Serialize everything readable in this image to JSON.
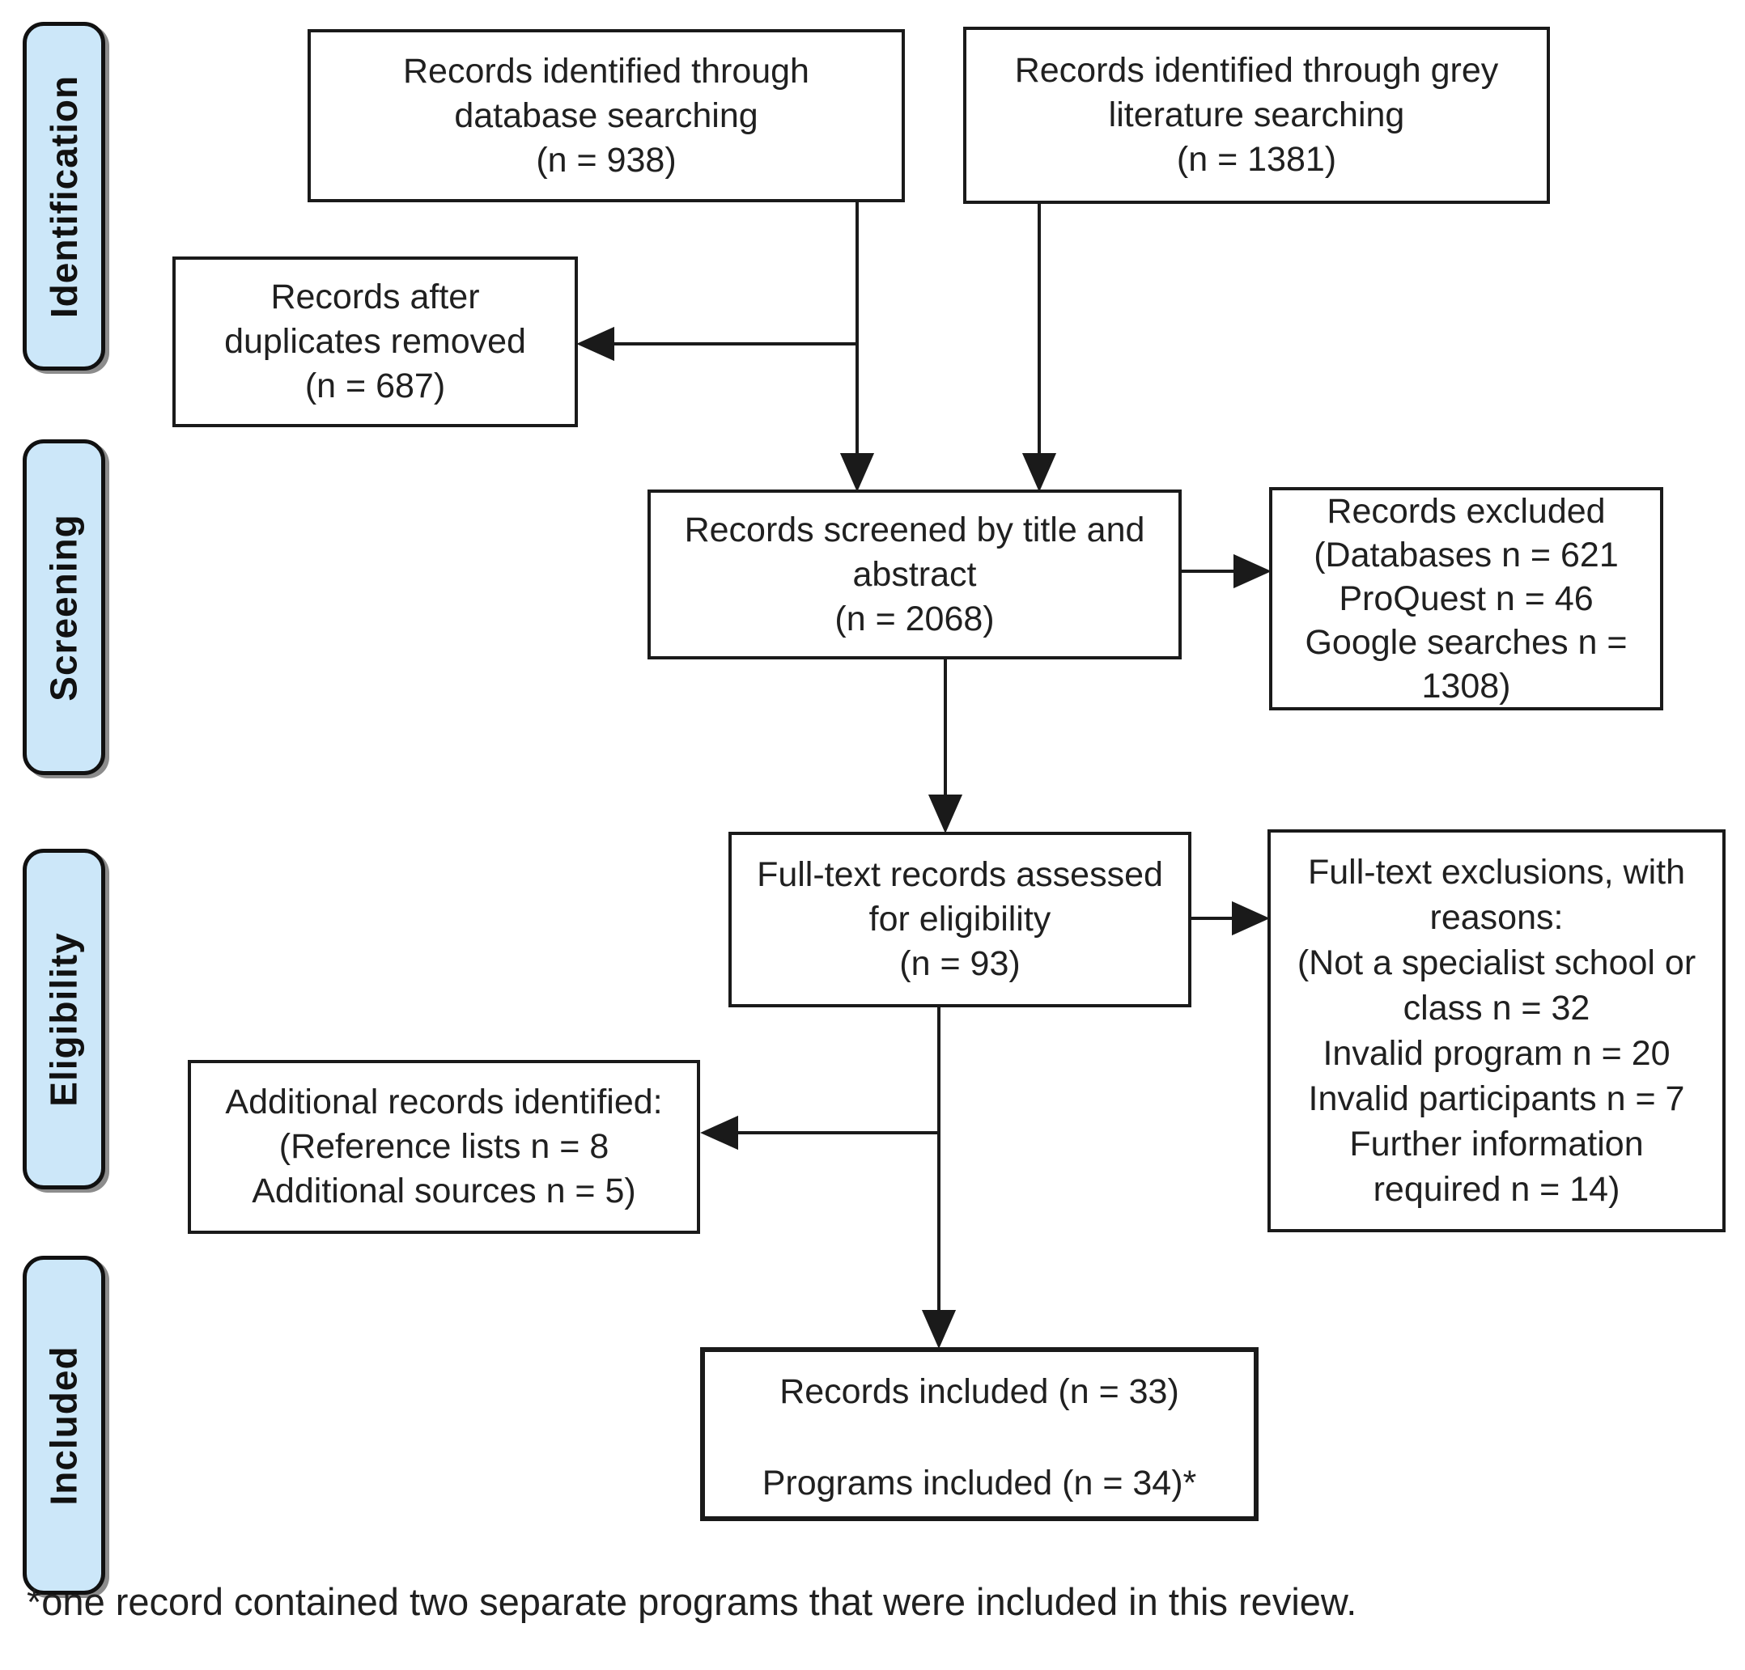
{
  "sidebar": {
    "stages": [
      {
        "label": "Identification"
      },
      {
        "label": "Screening"
      },
      {
        "label": "Eligibility"
      },
      {
        "label": "Included"
      }
    ]
  },
  "boxes": {
    "database": {
      "lines": [
        "Records identified through",
        "database searching",
        "(n = 938)"
      ]
    },
    "grey_literature": {
      "lines": [
        "Records identified through grey",
        "literature searching",
        "(n = 1381)"
      ]
    },
    "duplicates_removed": {
      "lines": [
        "Records after",
        "duplicates removed",
        "(n = 687)"
      ]
    },
    "screened": {
      "lines": [
        "Records screened by title and",
        "abstract",
        "(n = 2068)"
      ]
    },
    "records_excluded": {
      "lines": [
        "Records excluded",
        "(Databases n = 621",
        "ProQuest n = 46",
        "Google searches n = 1308)"
      ]
    },
    "fulltext_assessed": {
      "lines": [
        "Full-text records assessed",
        "for eligibility",
        "(n = 93)"
      ]
    },
    "fulltext_exclusions": {
      "lines": [
        "Full-text exclusions, with",
        "reasons:",
        "(Not a specialist school or",
        "class n = 32",
        "Invalid program n = 20",
        "Invalid participants n = 7",
        "Further information",
        "required n = 14)"
      ]
    },
    "additional_records": {
      "lines": [
        "Additional records identified:",
        "(Reference lists n = 8",
        "Additional sources n = 5)"
      ]
    },
    "included": {
      "line1": "Records included (n = 33)",
      "line2": "Programs included (n = 34)*"
    }
  },
  "footnote": "*one record contained two separate programs that were included in this review.",
  "colors": {
    "stage_fill": "#cce7f9",
    "line_color": "#1a1a1a",
    "background": "#ffffff"
  }
}
